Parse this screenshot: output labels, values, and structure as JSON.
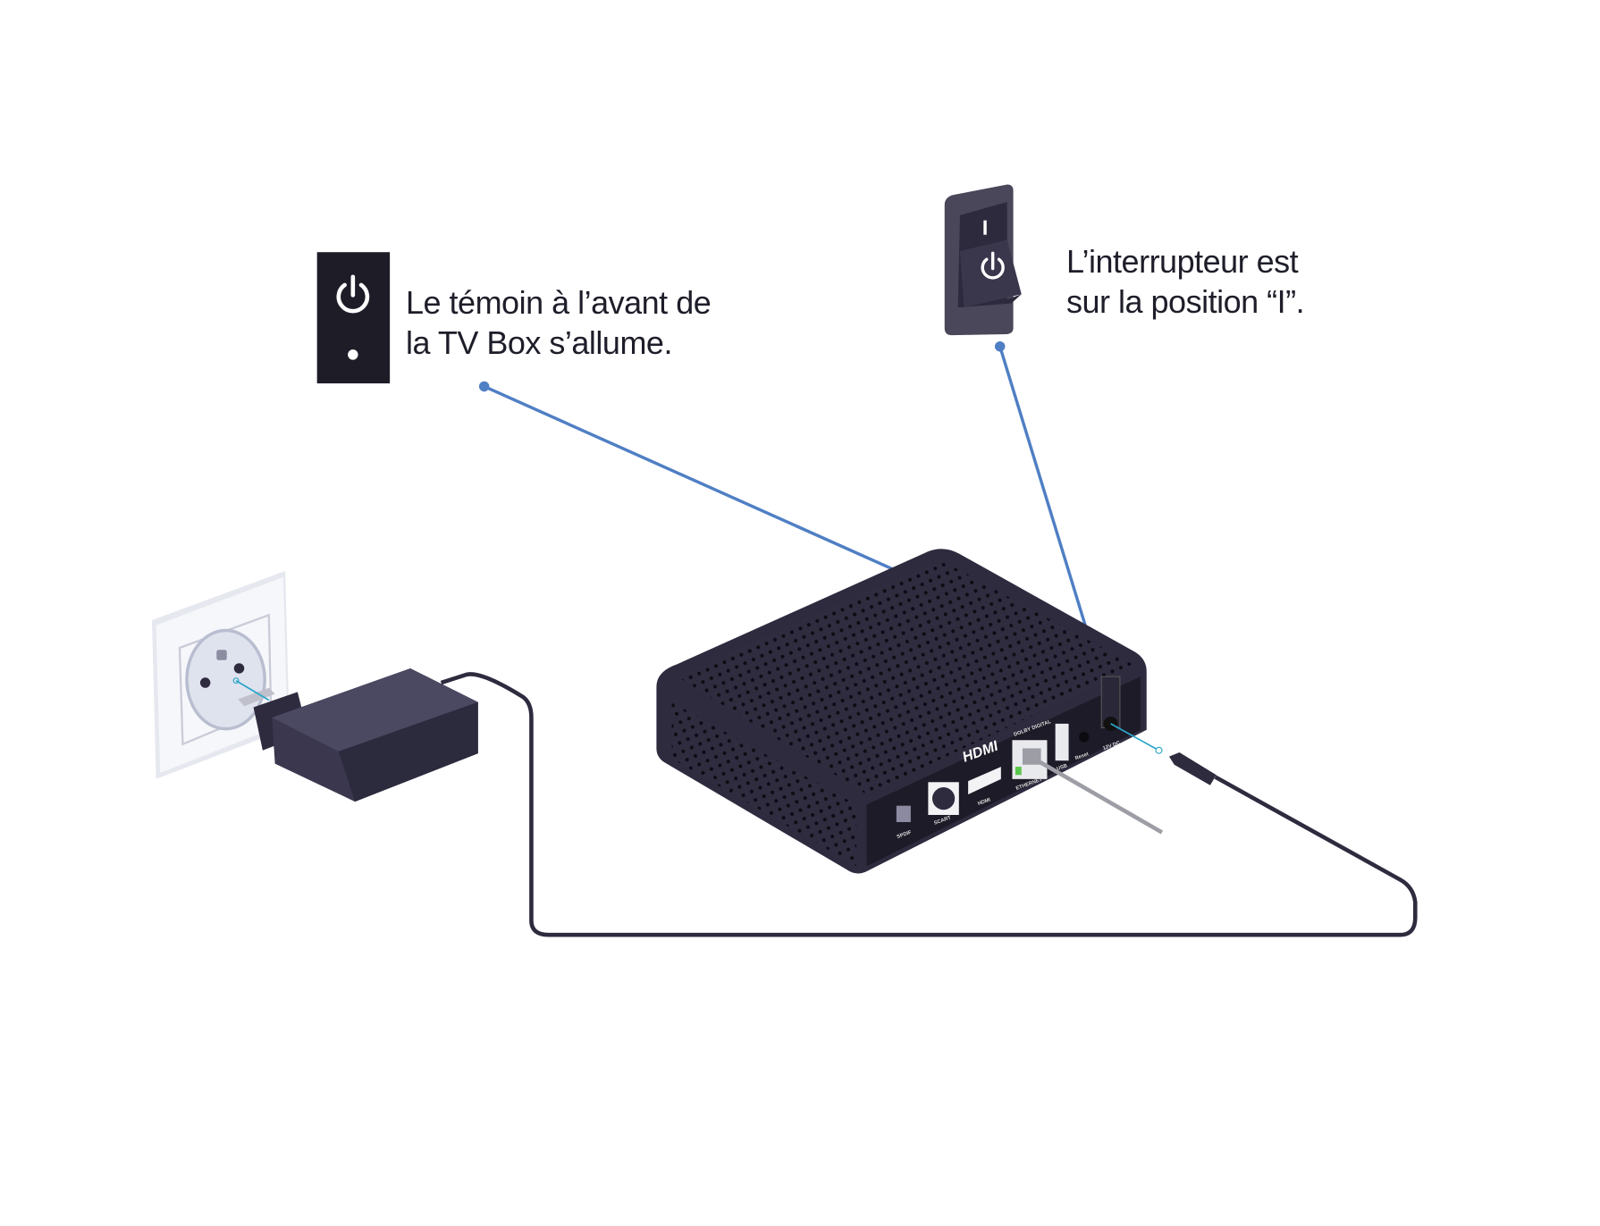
{
  "captions": {
    "indicator": [
      "Le témoin à l’avant de",
      "la TV Box s’allume."
    ],
    "switch": [
      "L’interrupteur est",
      "sur la position “I”."
    ]
  },
  "switch_marks": {
    "on": "I"
  },
  "box": {
    "brand_label": "HDMI",
    "dolby_label": "DOLBY DIGITAL",
    "ports": [
      "SPDIF",
      "SCART",
      "HDMI",
      "ETHERNET",
      "USB",
      "Reset",
      "12V DC"
    ]
  },
  "colors": {
    "leader_line": "#4f7fc4",
    "device": "#2e2b3f",
    "connector_marker": "#2aa5c8"
  }
}
